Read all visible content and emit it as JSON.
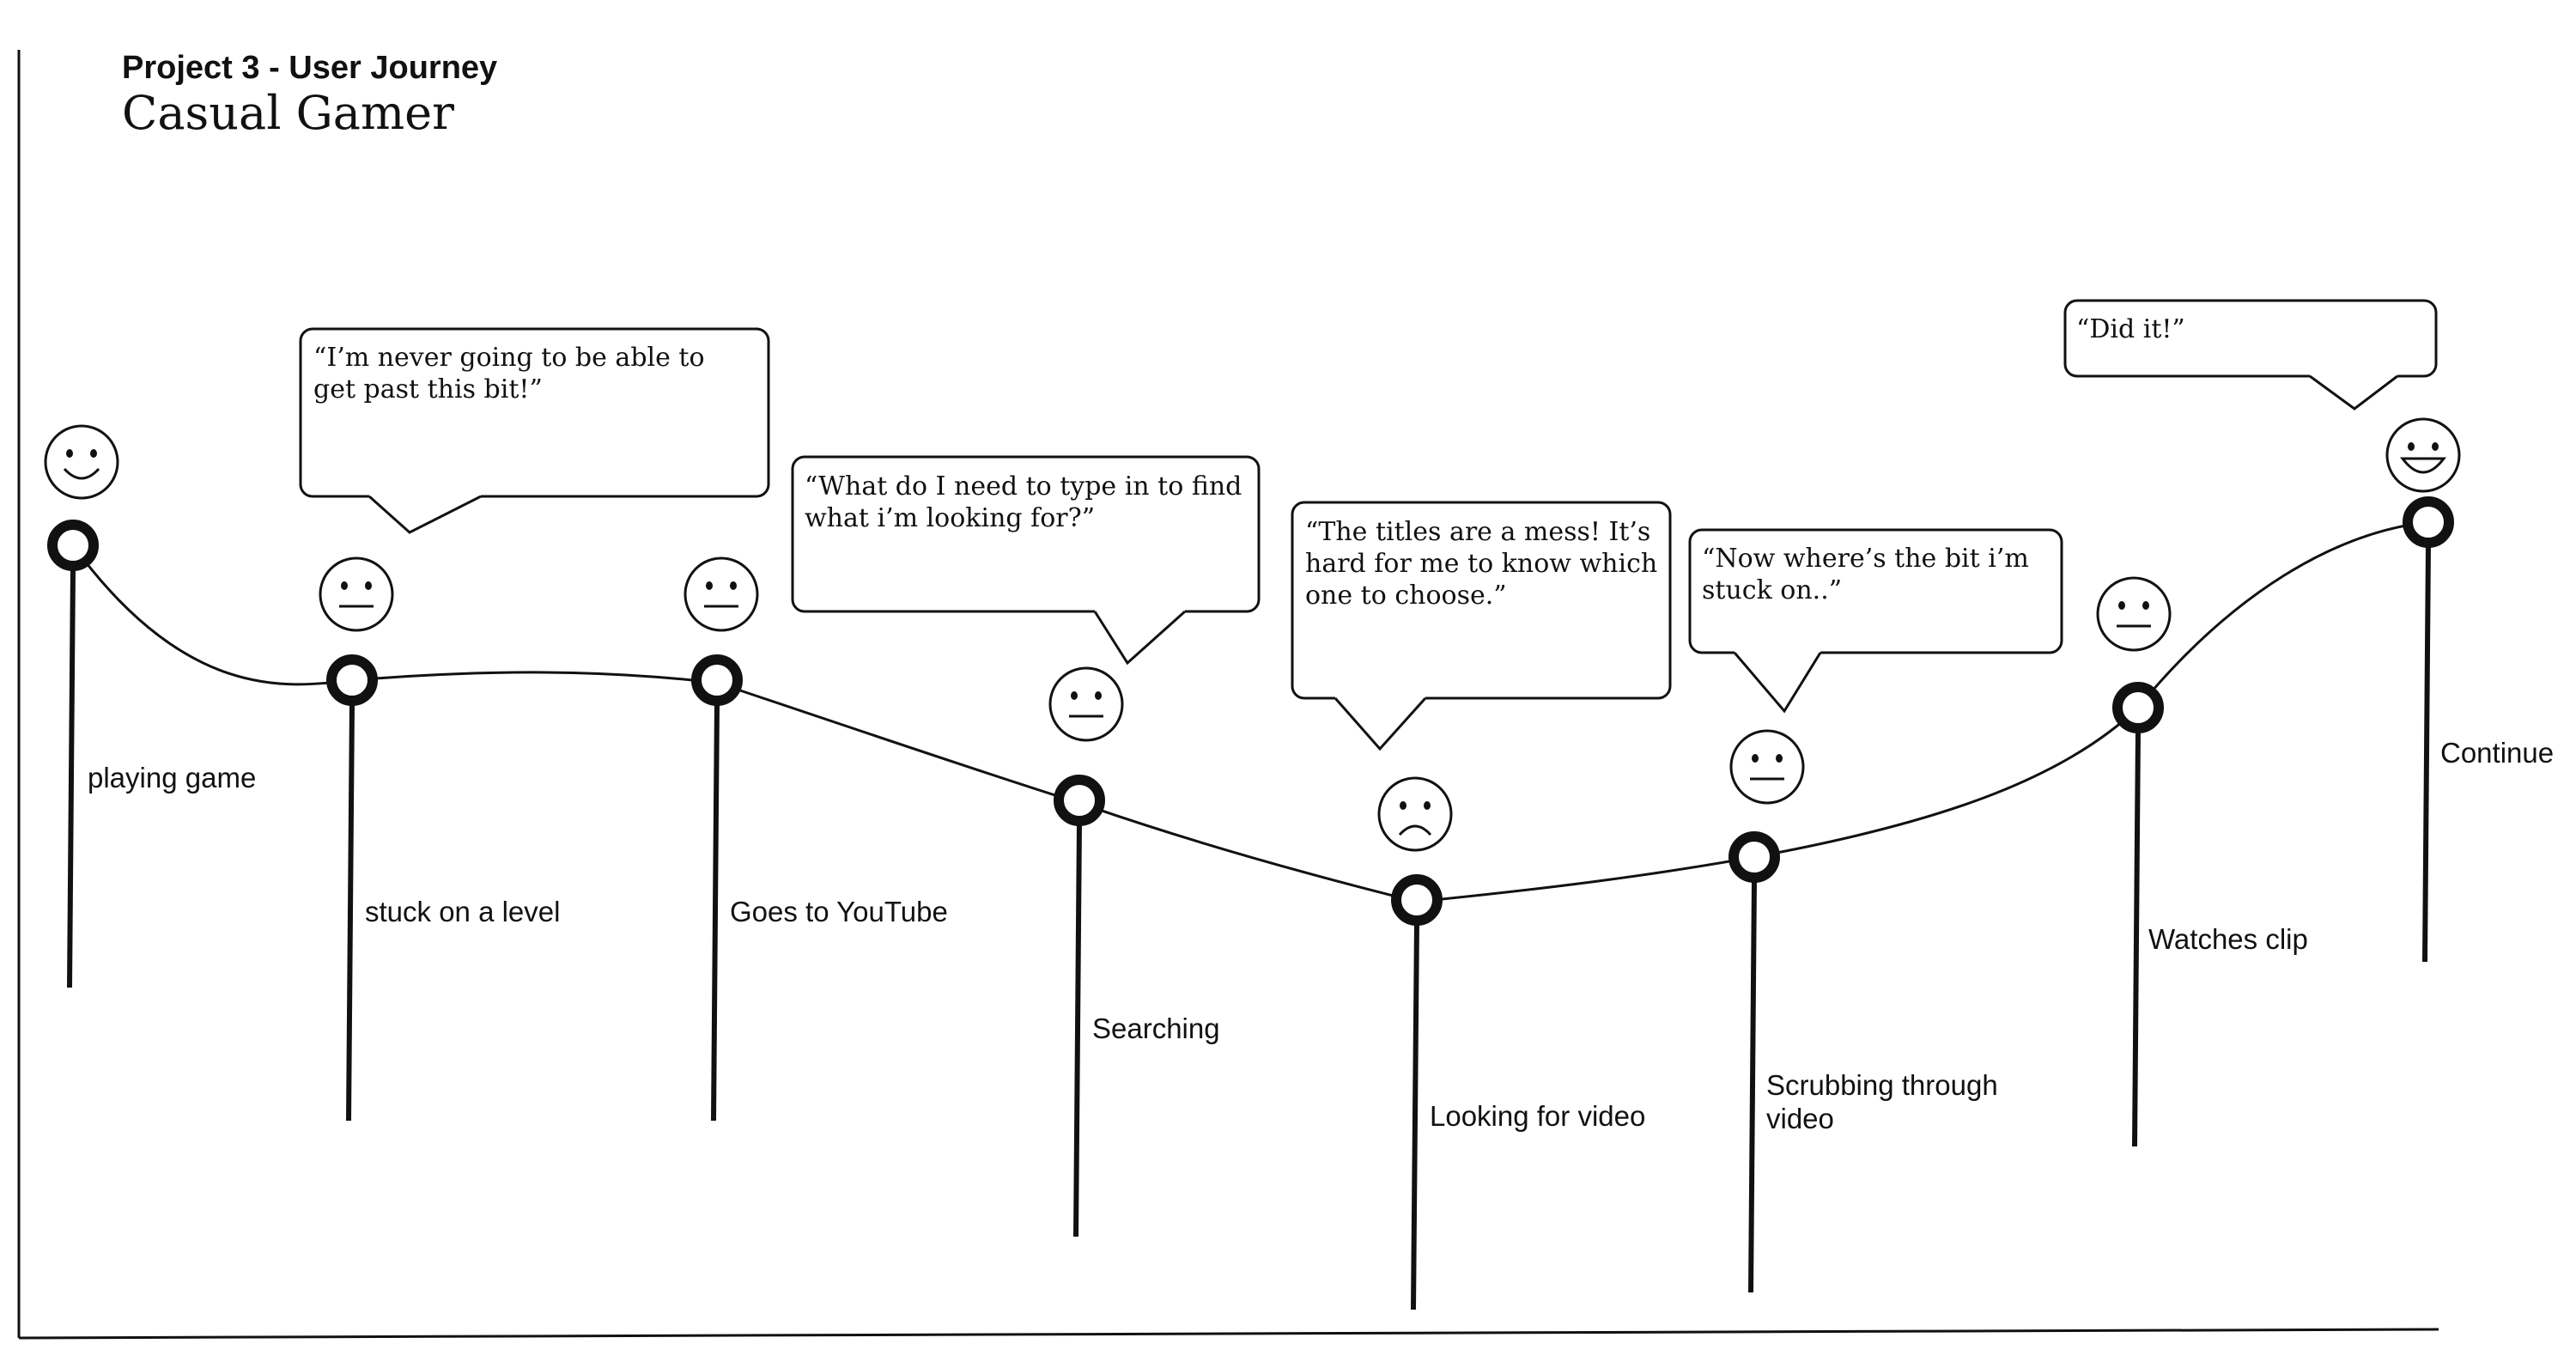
{
  "header": {
    "project": "Project 3 - User Journey",
    "persona": "Casual Gamer"
  },
  "colors": {
    "ink": "#111111",
    "background": "#ffffff"
  },
  "stages": [
    {
      "label": "playing game",
      "emotion": "happy-face-icon",
      "satisfaction": 0.62,
      "quote": ""
    },
    {
      "label": "stuck on a level",
      "emotion": "neutral-face-icon",
      "satisfaction": 0.48,
      "quote": "“I’m never going to be able to get past this bit!”"
    },
    {
      "label": "Goes to YouTube",
      "emotion": "neutral-face-icon",
      "satisfaction": 0.48,
      "quote": ""
    },
    {
      "label": "Searching",
      "emotion": "neutral-face-icon",
      "satisfaction": 0.28,
      "quote": "“What do I need to type in to find what i’m looking for?”"
    },
    {
      "label": "Looking for video",
      "emotion": "sad-face-icon",
      "satisfaction": 0.07,
      "quote": "“The titles are a mess! It’s hard for me to know which one to choose.”"
    },
    {
      "label": "Scrubbing through video",
      "emotion": "neutral-face-icon",
      "satisfaction": 0.15,
      "quote": "“Now where’s the bit i’m stuck on..”"
    },
    {
      "label": "Watches clip",
      "emotion": "neutral-face-icon",
      "satisfaction": 0.43,
      "quote": ""
    },
    {
      "label": "Continue",
      "emotion": "grinning-face-icon",
      "satisfaction": 0.82,
      "quote": "“Did it!”"
    }
  ]
}
